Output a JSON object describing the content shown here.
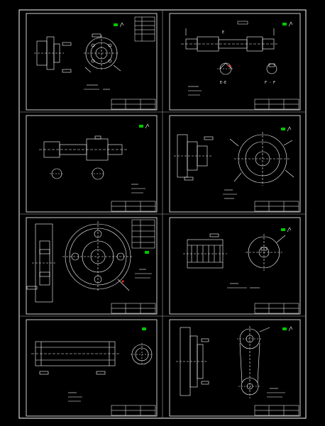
{
  "viewer": {
    "background": "#000000",
    "frame_color": "#ffffff",
    "accent_green": "#00c800",
    "accent_red": "#ff3030"
  },
  "sheets": [
    {
      "id": "sheet-1",
      "title_block": ""
    },
    {
      "id": "sheet-2",
      "title_block": ""
    },
    {
      "id": "sheet-3",
      "title_block": ""
    },
    {
      "id": "sheet-4",
      "title_block": ""
    },
    {
      "id": "sheet-5",
      "title_block": ""
    },
    {
      "id": "sheet-6",
      "title_block": ""
    },
    {
      "id": "sheet-7",
      "title_block": ""
    },
    {
      "id": "sheet-8",
      "title_block": ""
    }
  ],
  "section_labels": {
    "ee": "E-E",
    "ff": "F - F",
    "e_mark": "E"
  }
}
